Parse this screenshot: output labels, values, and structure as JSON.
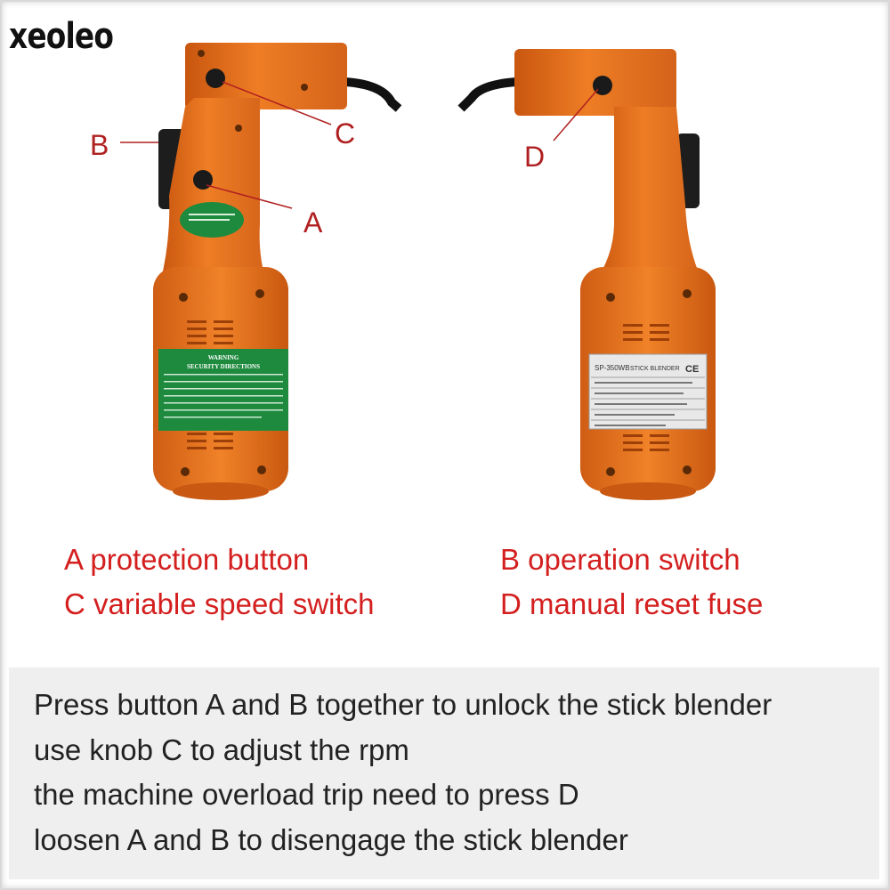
{
  "brand": {
    "logo_text": "xeoleo"
  },
  "callouts": {
    "a": "A",
    "b": "B",
    "c": "C",
    "d": "D"
  },
  "labels": {
    "warning_title": "WARNING",
    "warning_subtitle": "SECURITY DIRECTIONS",
    "nameplate_model": "SP-350WB",
    "nameplate_name": "STICK BLENDER",
    "nameplate_mark": "CE"
  },
  "legend": {
    "a": "A protection button",
    "b": "B operation switch",
    "c": "C variable speed switch",
    "d": "D manual reset fuse"
  },
  "instructions": [
    "Press button A and B together to unlock the stick blender",
    "use knob C to adjust the rpm",
    "the machine overload trip need to press D",
    "loosen A and B to disengage the stick blender"
  ],
  "colors": {
    "body_orange": "#e8731f",
    "legend_red": "#d41f1f",
    "panel_gray": "#efefef",
    "warning_green": "#1e8a3e"
  }
}
